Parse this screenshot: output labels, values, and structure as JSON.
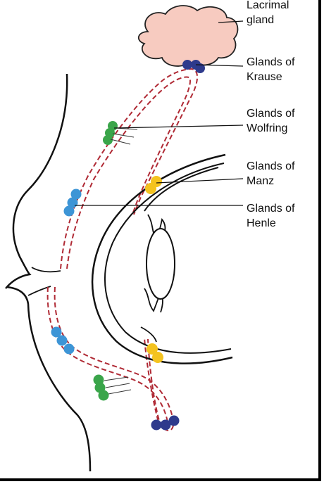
{
  "labels": {
    "lacrimal": [
      "Lacrimal",
      "gland"
    ],
    "krause": [
      "Glands of",
      "Krause"
    ],
    "wolfring": [
      "Glands of",
      "Wolfring"
    ],
    "manz": [
      "Glands of",
      "Manz"
    ],
    "henle": [
      "Glands of",
      "Henle"
    ]
  },
  "colors": {
    "lacrimal_fill": "#f7cbc0",
    "krause": "#2e3a8c",
    "wolfring": "#3aa54a",
    "manz": "#f4c31f",
    "henle": "#3d95d6",
    "conjunctiva_line": "#b02a35"
  }
}
